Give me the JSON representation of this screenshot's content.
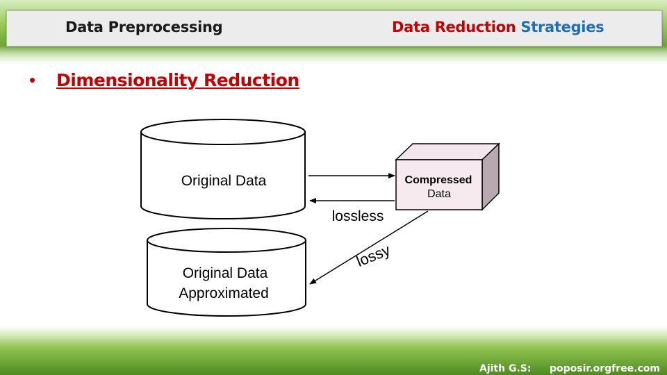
{
  "header": {
    "left_title": "Data Preprocessing",
    "right_title_red": "Data Reduction",
    "right_title_blue": "Strategies"
  },
  "bullet": {
    "marker": "•",
    "text": "Dimensionality Reduction"
  },
  "diagram": {
    "original_data": "Original Data",
    "approx_line1": "Original Data",
    "approx_line2": "Approximated",
    "compressed_line1": "Compressed",
    "compressed_line2": "Data",
    "lossless": "lossless",
    "lossy": "lossy"
  },
  "footer": {
    "author": "Ajith G.S:",
    "site": "poposir.orgfree.com"
  }
}
